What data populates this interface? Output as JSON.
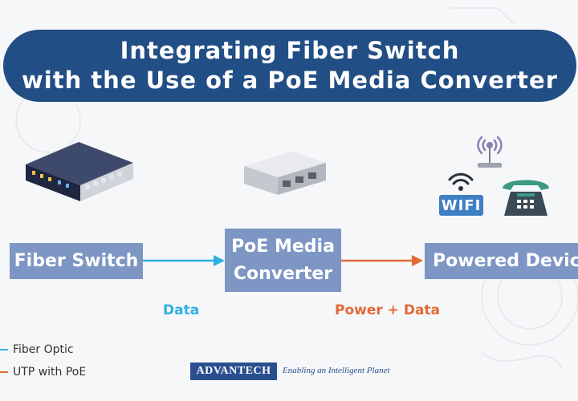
{
  "title": {
    "line1": "Integrating Fiber Switch",
    "line2": "with the Use of a PoE Media Converter"
  },
  "nodes": {
    "fiber_switch": "Fiber Switch",
    "poe_line1": "PoE Media",
    "poe_line2": "Converter",
    "powered_device": "Powered Device"
  },
  "edges": {
    "data": "Data",
    "power_data": "Power + Data"
  },
  "legend": {
    "fiber_optic": "Fiber Optic",
    "utp_poe": "UTP with PoE"
  },
  "devices": {
    "wifi_label": "WIFI"
  },
  "branding": {
    "logo": "ADVANTECH",
    "tagline": "Enabling an Intelligent Planet"
  },
  "colors": {
    "banner": "#214e84",
    "node": "#7d96c4",
    "fiber_optic": "#2eb0e3",
    "utp_poe": "#e36a35",
    "phone": "#3d9a82",
    "wifi": "#3f7fc4"
  }
}
